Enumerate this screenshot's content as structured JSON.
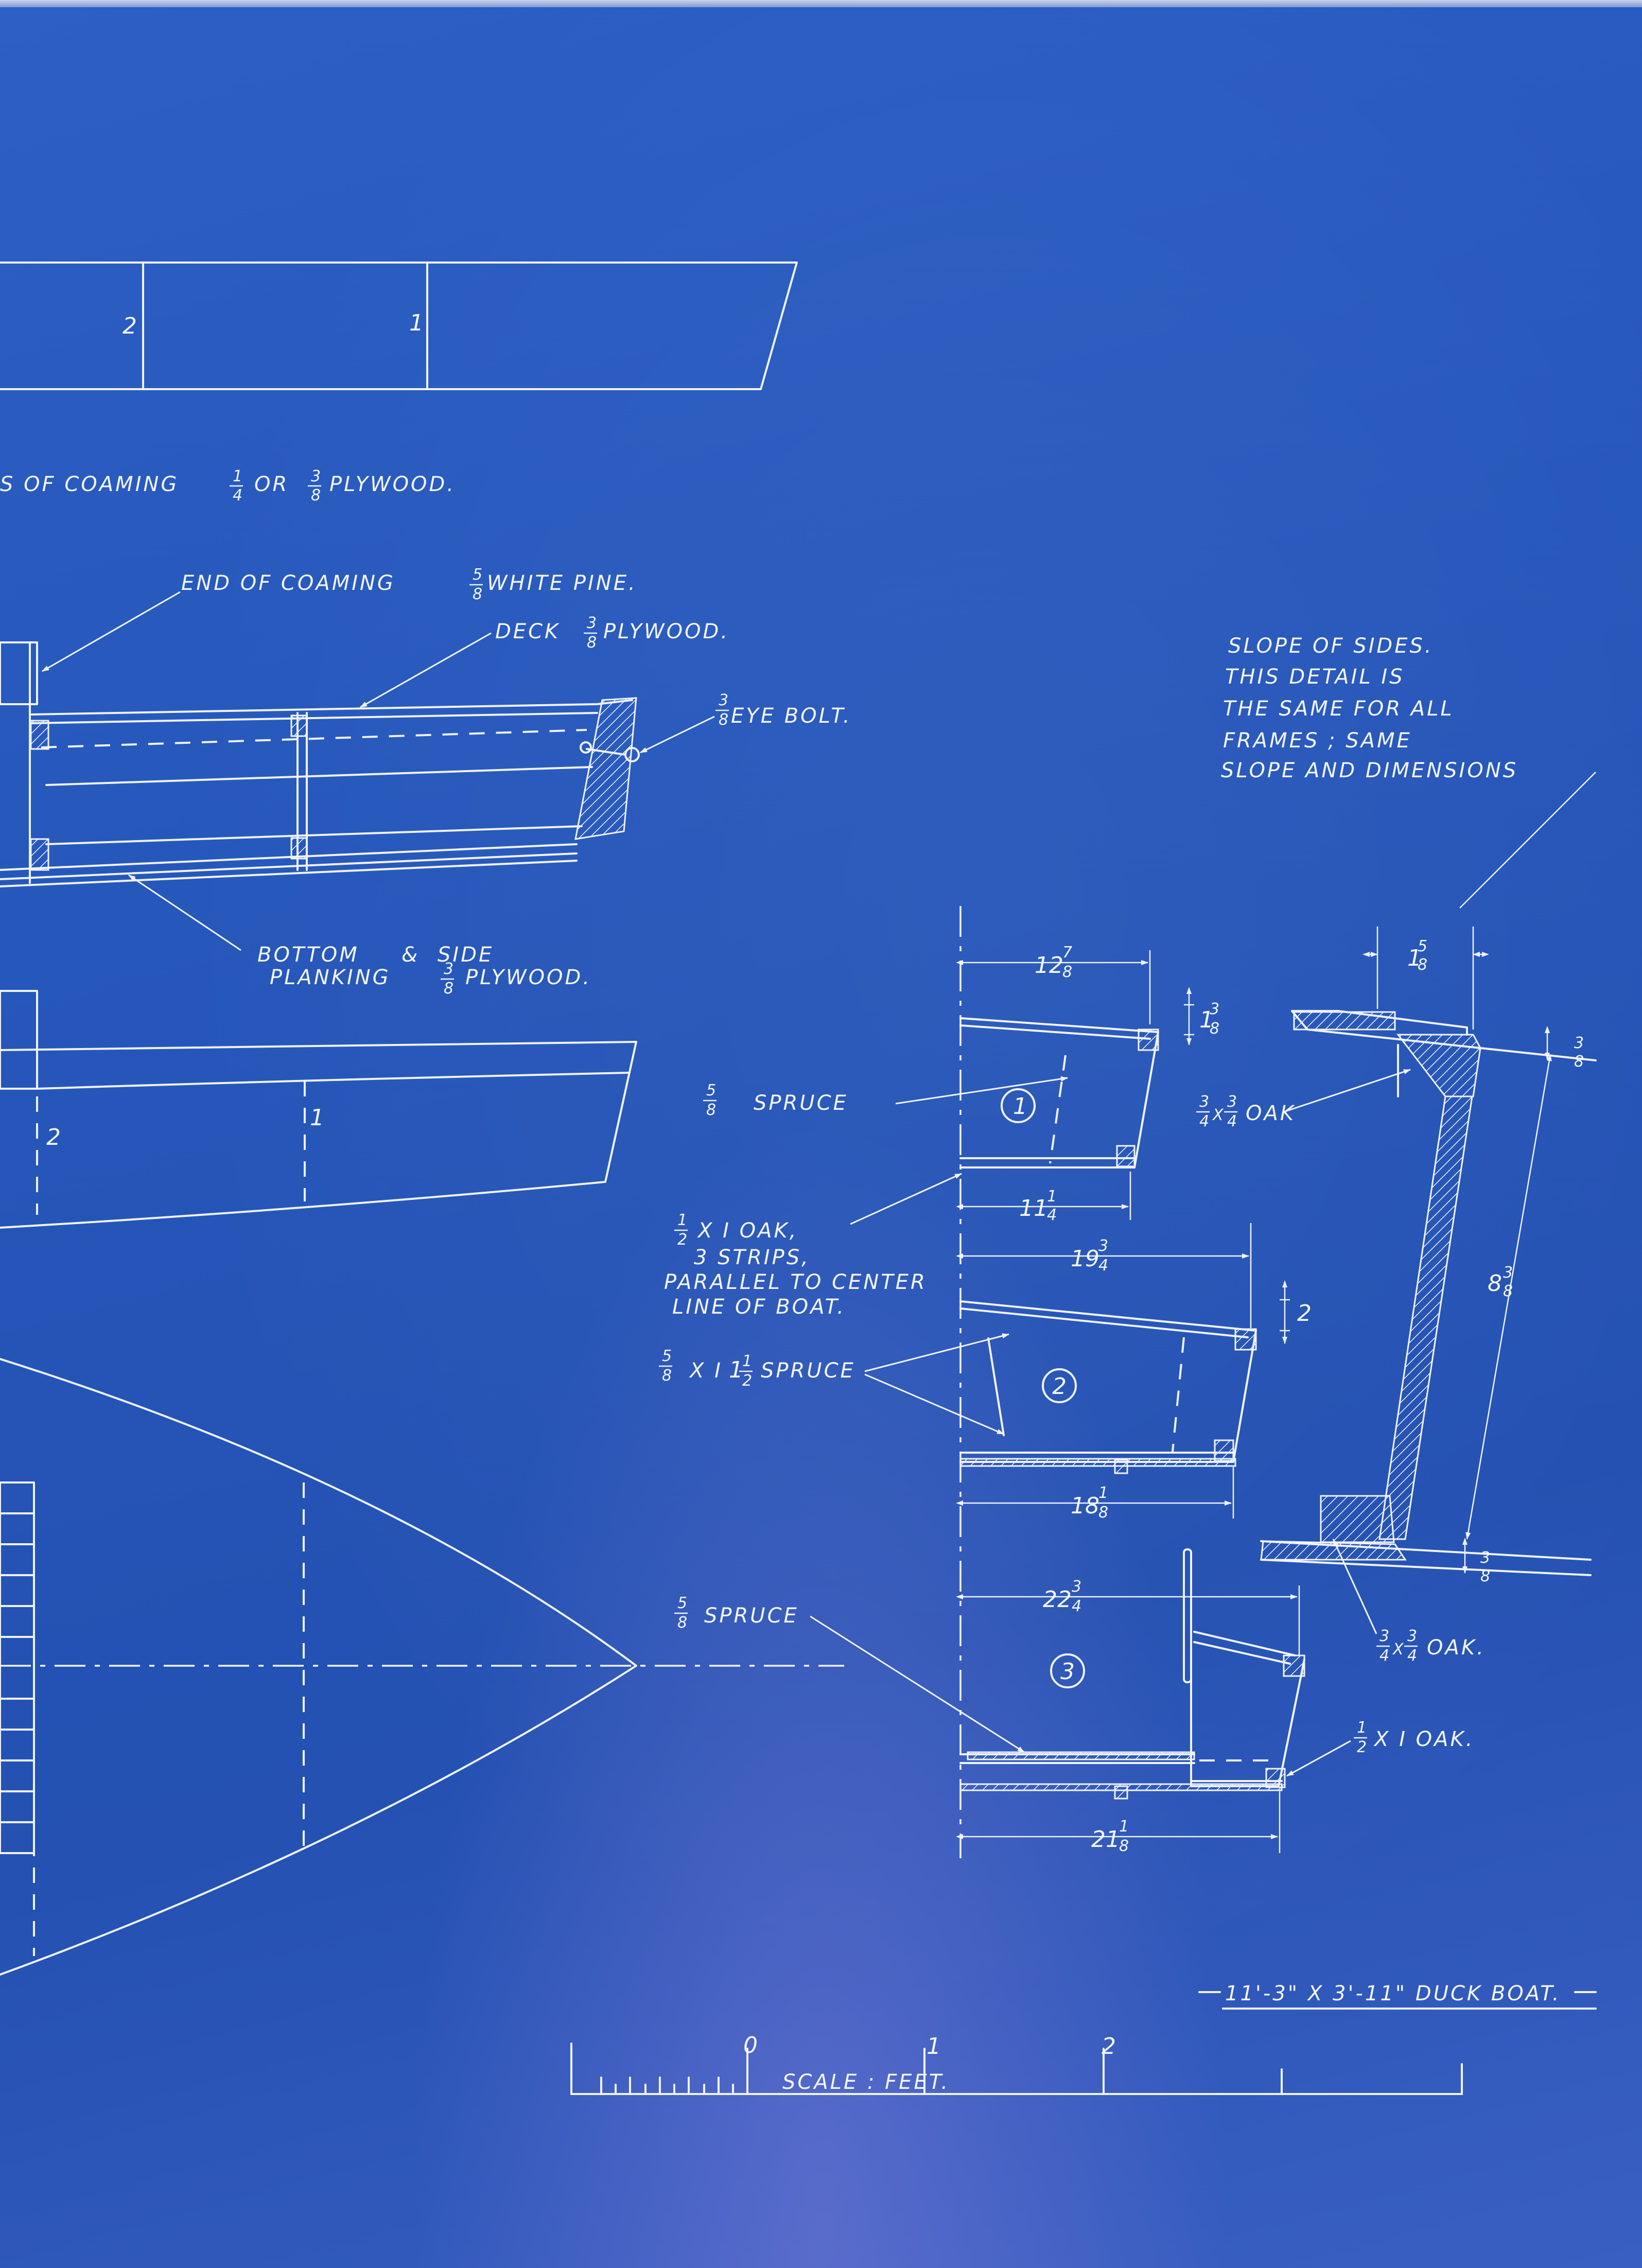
{
  "top_view": {
    "station_2": "2",
    "station_1": "1"
  },
  "labels": {
    "coaming_sides": "S OF COAMING",
    "coaming_sides_or": "OR",
    "coaming_sides_tail": "PLYWOOD.",
    "end_of_coaming": "END OF COAMING",
    "end_of_coaming_tail": "WHITE PINE.",
    "deck": "DECK",
    "deck_tail": "PLYWOOD.",
    "eye_bolt": "EYE BOLT.",
    "bottom_side_1": "BOTTOM",
    "bottom_side_amp": "&",
    "bottom_side_2": "SIDE",
    "planking": "PLANKING",
    "planking_tail": "PLYWOOD.",
    "spruce_1": "SPRUCE",
    "oak_strips_1": "X I OAK,",
    "oak_strips_2": "3 STRIPS,",
    "oak_strips_3": "PARALLEL TO CENTER",
    "oak_strips_4": "LINE OF BOAT.",
    "spruce_2": "X I",
    "spruce_2_tail": "SPRUCE",
    "spruce_3": "SPRUCE",
    "slope_1": "SLOPE OF SIDES.",
    "slope_2": "THIS DETAIL IS",
    "slope_3": "THE SAME FOR ALL",
    "slope_4": "FRAMES ; SAME",
    "slope_5": "SLOPE AND DIMENSIONS",
    "oak_top": "X",
    "oak_top_tail": "OAK",
    "oak_bottom": "X",
    "oak_bottom_tail": "OAK.",
    "oak_half": "X I OAK."
  },
  "fractions": {
    "quarter": [
      "1",
      "4"
    ],
    "three_eighths": [
      "3",
      "8"
    ],
    "five_eighths": [
      "5",
      "8"
    ],
    "seven_eighths": [
      "7",
      "8"
    ],
    "half": [
      "1",
      "2"
    ],
    "three_quarters": [
      "3",
      "4"
    ],
    "one_eighth": [
      "1",
      "8"
    ]
  },
  "dims": {
    "f1_width": "12",
    "f1_rise": "1",
    "f1_bottom": "11",
    "f2_width": "19",
    "f2_rise": "2",
    "f2_bottom": "18",
    "f3_width": "22",
    "f3_bottom": "21",
    "slope_top": "1",
    "slope_height": "8",
    "frame_1": "1",
    "frame_2": "2",
    "frame_3": "3"
  },
  "side_view": {
    "station_2": "2",
    "station_1": "1"
  },
  "title": "11'-3\" X 3'-11\" DUCK BOAT.",
  "scale": {
    "label": "SCALE : FEET.",
    "tick_0": "0",
    "tick_1": "1",
    "tick_2": "2"
  },
  "colors": {
    "paper": "#2657bb",
    "ink": "#eef3ff"
  }
}
